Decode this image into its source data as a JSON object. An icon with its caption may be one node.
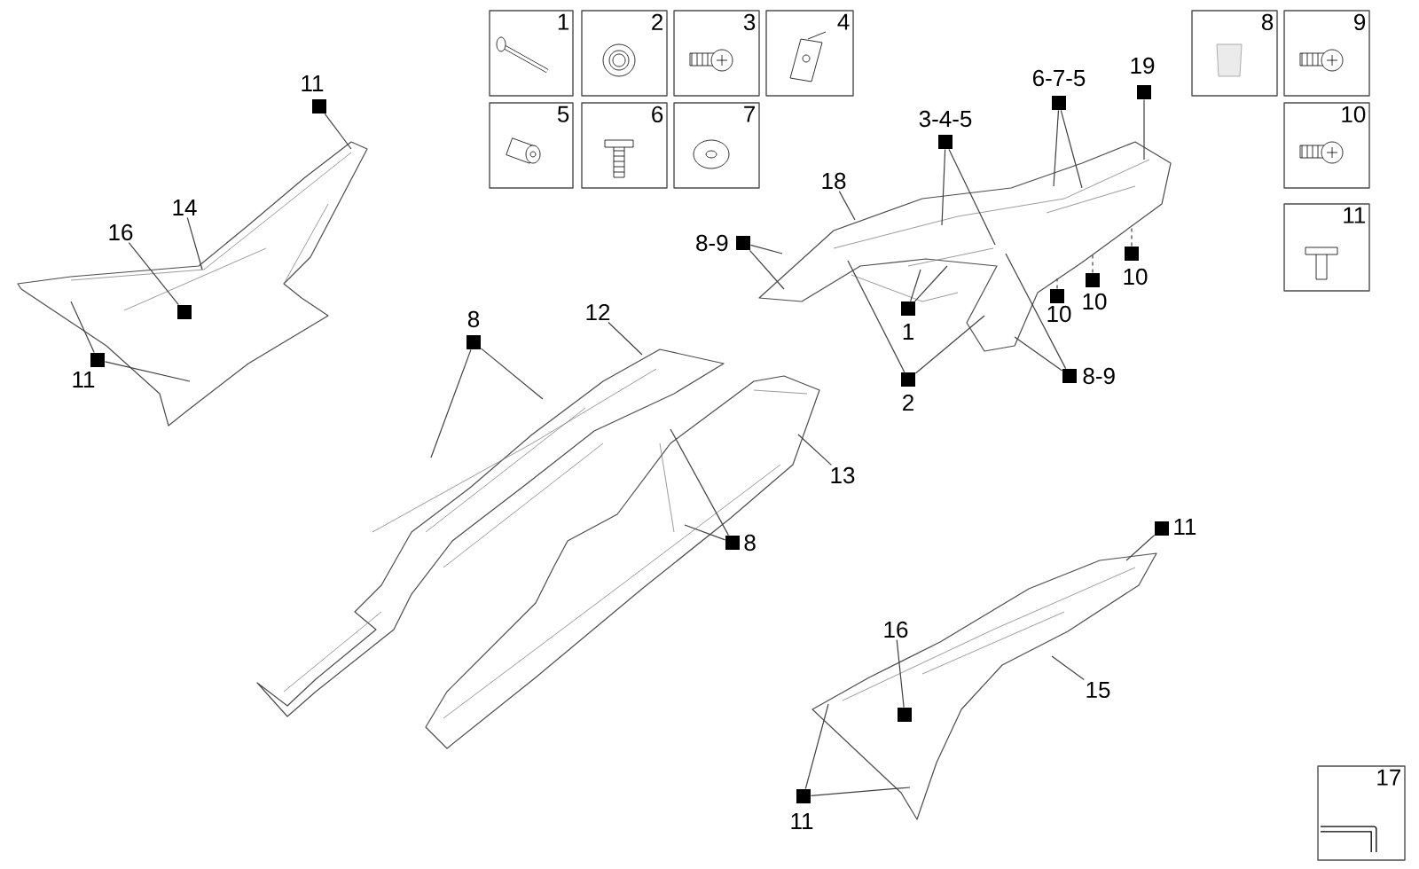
{
  "diagram": {
    "nodes": [
      {
        "text": [
          "1"
        ]
      },
      {
        "text": [
          "2"
        ]
      },
      {
        "text": [
          "3"
        ]
      },
      {
        "text": [
          "4"
        ]
      },
      {
        "text": [
          "5"
        ]
      },
      {
        "text": [
          "6"
        ]
      },
      {
        "text": [
          "7"
        ]
      },
      {
        "text": [
          "8"
        ]
      },
      {
        "text": [
          "9"
        ]
      },
      {
        "text": [
          "10"
        ]
      },
      {
        "text": [
          "11"
        ]
      },
      {
        "text": [
          "11"
        ]
      },
      {
        "text": [
          "6-7-5"
        ]
      },
      {
        "text": [
          "19"
        ]
      },
      {
        "text": [
          "3-4-5"
        ]
      },
      {
        "text": [
          "18"
        ]
      },
      {
        "text": [
          "14"
        ]
      },
      {
        "text": [
          "8-9"
        ]
      },
      {
        "text": [
          "16"
        ]
      },
      {
        "text": [
          "10"
        ]
      },
      {
        "text": [
          "10"
        ]
      },
      {
        "text": [
          "10"
        ]
      },
      {
        "text": [
          "1"
        ]
      },
      {
        "text": [
          "8"
        ]
      },
      {
        "text": [
          "12"
        ]
      },
      {
        "text": [
          "11"
        ]
      },
      {
        "text": [
          "8-9"
        ]
      },
      {
        "text": [
          "2"
        ]
      },
      {
        "text": [
          "13"
        ]
      },
      {
        "text": [
          "11"
        ]
      },
      {
        "text": [
          "8"
        ]
      },
      {
        "text": [
          "16"
        ]
      },
      {
        "text": [
          "15"
        ]
      },
      {
        "text": [
          "11"
        ]
      },
      {
        "text": [
          "17"
        ]
      },
      {
        "text": [],
        "shape": "box",
        "in": 37
      },
      {
        "text": [],
        "shape": "box",
        "in": 41
      },
      {
        "text": [],
        "shape": "picture"
      },
      {
        "text": [],
        "shape": "picture"
      },
      {
        "text": [],
        "shape": "picture"
      },
      {
        "text": [],
        "shape": "picture"
      },
      {
        "text": [],
        "shape": "picture"
      }
    ],
    "edges": [
      {
        "from": 11,
        "to": 37,
        "arrow": "none"
      },
      {
        "from": 12,
        "to": 38,
        "arrow": "none"
      },
      {
        "from": 12,
        "to": 38,
        "arrow": "none"
      },
      {
        "from": 13,
        "to": 38,
        "arrow": "none"
      },
      {
        "from": 14,
        "to": 38,
        "arrow": "none"
      },
      {
        "from": 14,
        "to": 38,
        "arrow": "none"
      },
      {
        "from": 15,
        "to": 38,
        "arrow": "none"
      },
      {
        "from": 16,
        "to": 37,
        "arrow": "none"
      },
      {
        "from": 17,
        "to": 38,
        "arrow": "none"
      },
      {
        "from": 17,
        "to": 38,
        "arrow": "none"
      },
      {
        "from": 18,
        "to": 35,
        "arrow": "none"
      },
      {
        "from": 19,
        "to": 38,
        "arrow": "none",
        "style": "dashed"
      },
      {
        "from": 20,
        "to": 38,
        "arrow": "none",
        "style": "dashed"
      },
      {
        "from": 21,
        "to": 38,
        "arrow": "none",
        "style": "dashed"
      },
      {
        "from": 22,
        "to": 38,
        "arrow": "none"
      },
      {
        "from": 22,
        "to": 38,
        "arrow": "none"
      },
      {
        "from": 23,
        "to": 39,
        "arrow": "none"
      },
      {
        "from": 23,
        "to": 39,
        "arrow": "none"
      },
      {
        "from": 24,
        "to": 39,
        "arrow": "none"
      },
      {
        "from": 25,
        "to": 37,
        "arrow": "none"
      },
      {
        "from": 25,
        "to": 37,
        "arrow": "none"
      },
      {
        "from": 26,
        "to": 38,
        "arrow": "none"
      },
      {
        "from": 26,
        "to": 38,
        "arrow": "none"
      },
      {
        "from": 27,
        "to": 38,
        "arrow": "none"
      },
      {
        "from": 27,
        "to": 38,
        "arrow": "none"
      },
      {
        "from": 28,
        "to": 40,
        "arrow": "none"
      },
      {
        "from": 29,
        "to": 41,
        "arrow": "none"
      },
      {
        "from": 30,
        "to": 40,
        "arrow": "none"
      },
      {
        "from": 30,
        "to": 40,
        "arrow": "none"
      },
      {
        "from": 31,
        "to": 36,
        "arrow": "none"
      },
      {
        "from": 32,
        "to": 41,
        "arrow": "none"
      },
      {
        "from": 33,
        "to": 41,
        "arrow": "none"
      },
      {
        "from": 33,
        "to": 41,
        "arrow": "none"
      }
    ]
  }
}
